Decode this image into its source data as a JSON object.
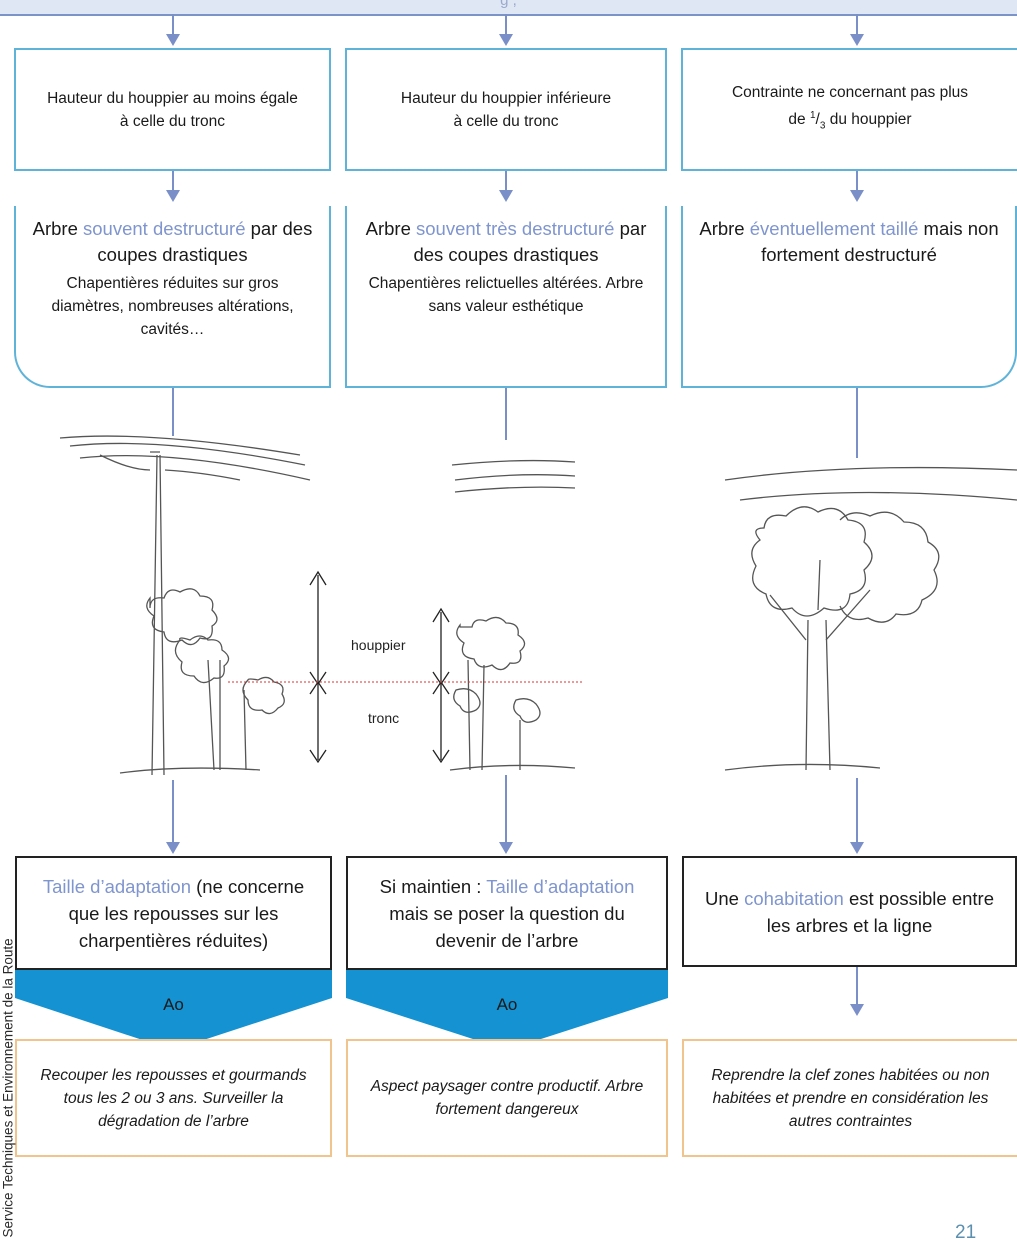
{
  "header": {
    "fragment": "g , "
  },
  "columns": [
    {
      "condition": [
        "Hauteur du houppier au moins égale",
        "à celle du tronc"
      ],
      "result_pre": "Arbre ",
      "result_hl": "souvent destructuré",
      "result_post": " par des coupes drastiques",
      "detail": "Chapentières réduites sur gros diamètres, nombreuses altérations, cavités…",
      "decision_hl": "Taille d’adaptation",
      "decision_post": " (ne concerne que les repousses sur les charpentières réduites)",
      "code": "Ao",
      "advice": "Recouper les repousses et gourmands tous les 2 ou 3 ans. Surveiller la dégradation de l’arbre"
    },
    {
      "condition": [
        "Hauteur du houppier  inférieure",
        "à celle du tronc"
      ],
      "result_pre": "Arbre ",
      "result_hl": "souvent très destructuré",
      "result_post": " par des coupes drastiques",
      "detail": "Chapentières relictuelles altérées. Arbre sans valeur esthétique",
      "decision_pre": "Si maintien : ",
      "decision_hl": "Taille d’adaptation",
      "decision_post": " mais se poser la question du devenir de l’arbre",
      "code": "Ao",
      "advice": "Aspect paysager contre productif. Arbre fortement dangereux"
    },
    {
      "condition_line1": "Contrainte ne concernant pas plus",
      "condition_pre": "de ",
      "condition_num": "1",
      "condition_den": "3",
      "condition_post": " du houppier",
      "result_pre": "Arbre ",
      "result_hl": "éventuellement taillé",
      "result_post": " mais non fortement destructuré",
      "decision_pre": "Une ",
      "decision_hl": "cohabitation",
      "decision_post": " est possible entre les arbres et la ligne",
      "advice": "Reprendre la clef zones habitées ou non habitées et prendre en considération les autres contraintes"
    }
  ],
  "labels": {
    "houppier": "houppier",
    "tronc": "tronc"
  },
  "sidebar_text": "Service Techniques et Environnement de la Route",
  "page_number": "21",
  "colors": {
    "box_border": "#5fb3d9",
    "highlight": "#7f95cf",
    "band": "#1592d1",
    "advice_border": "#f2c48d",
    "arrow": "#7a8fc7"
  }
}
